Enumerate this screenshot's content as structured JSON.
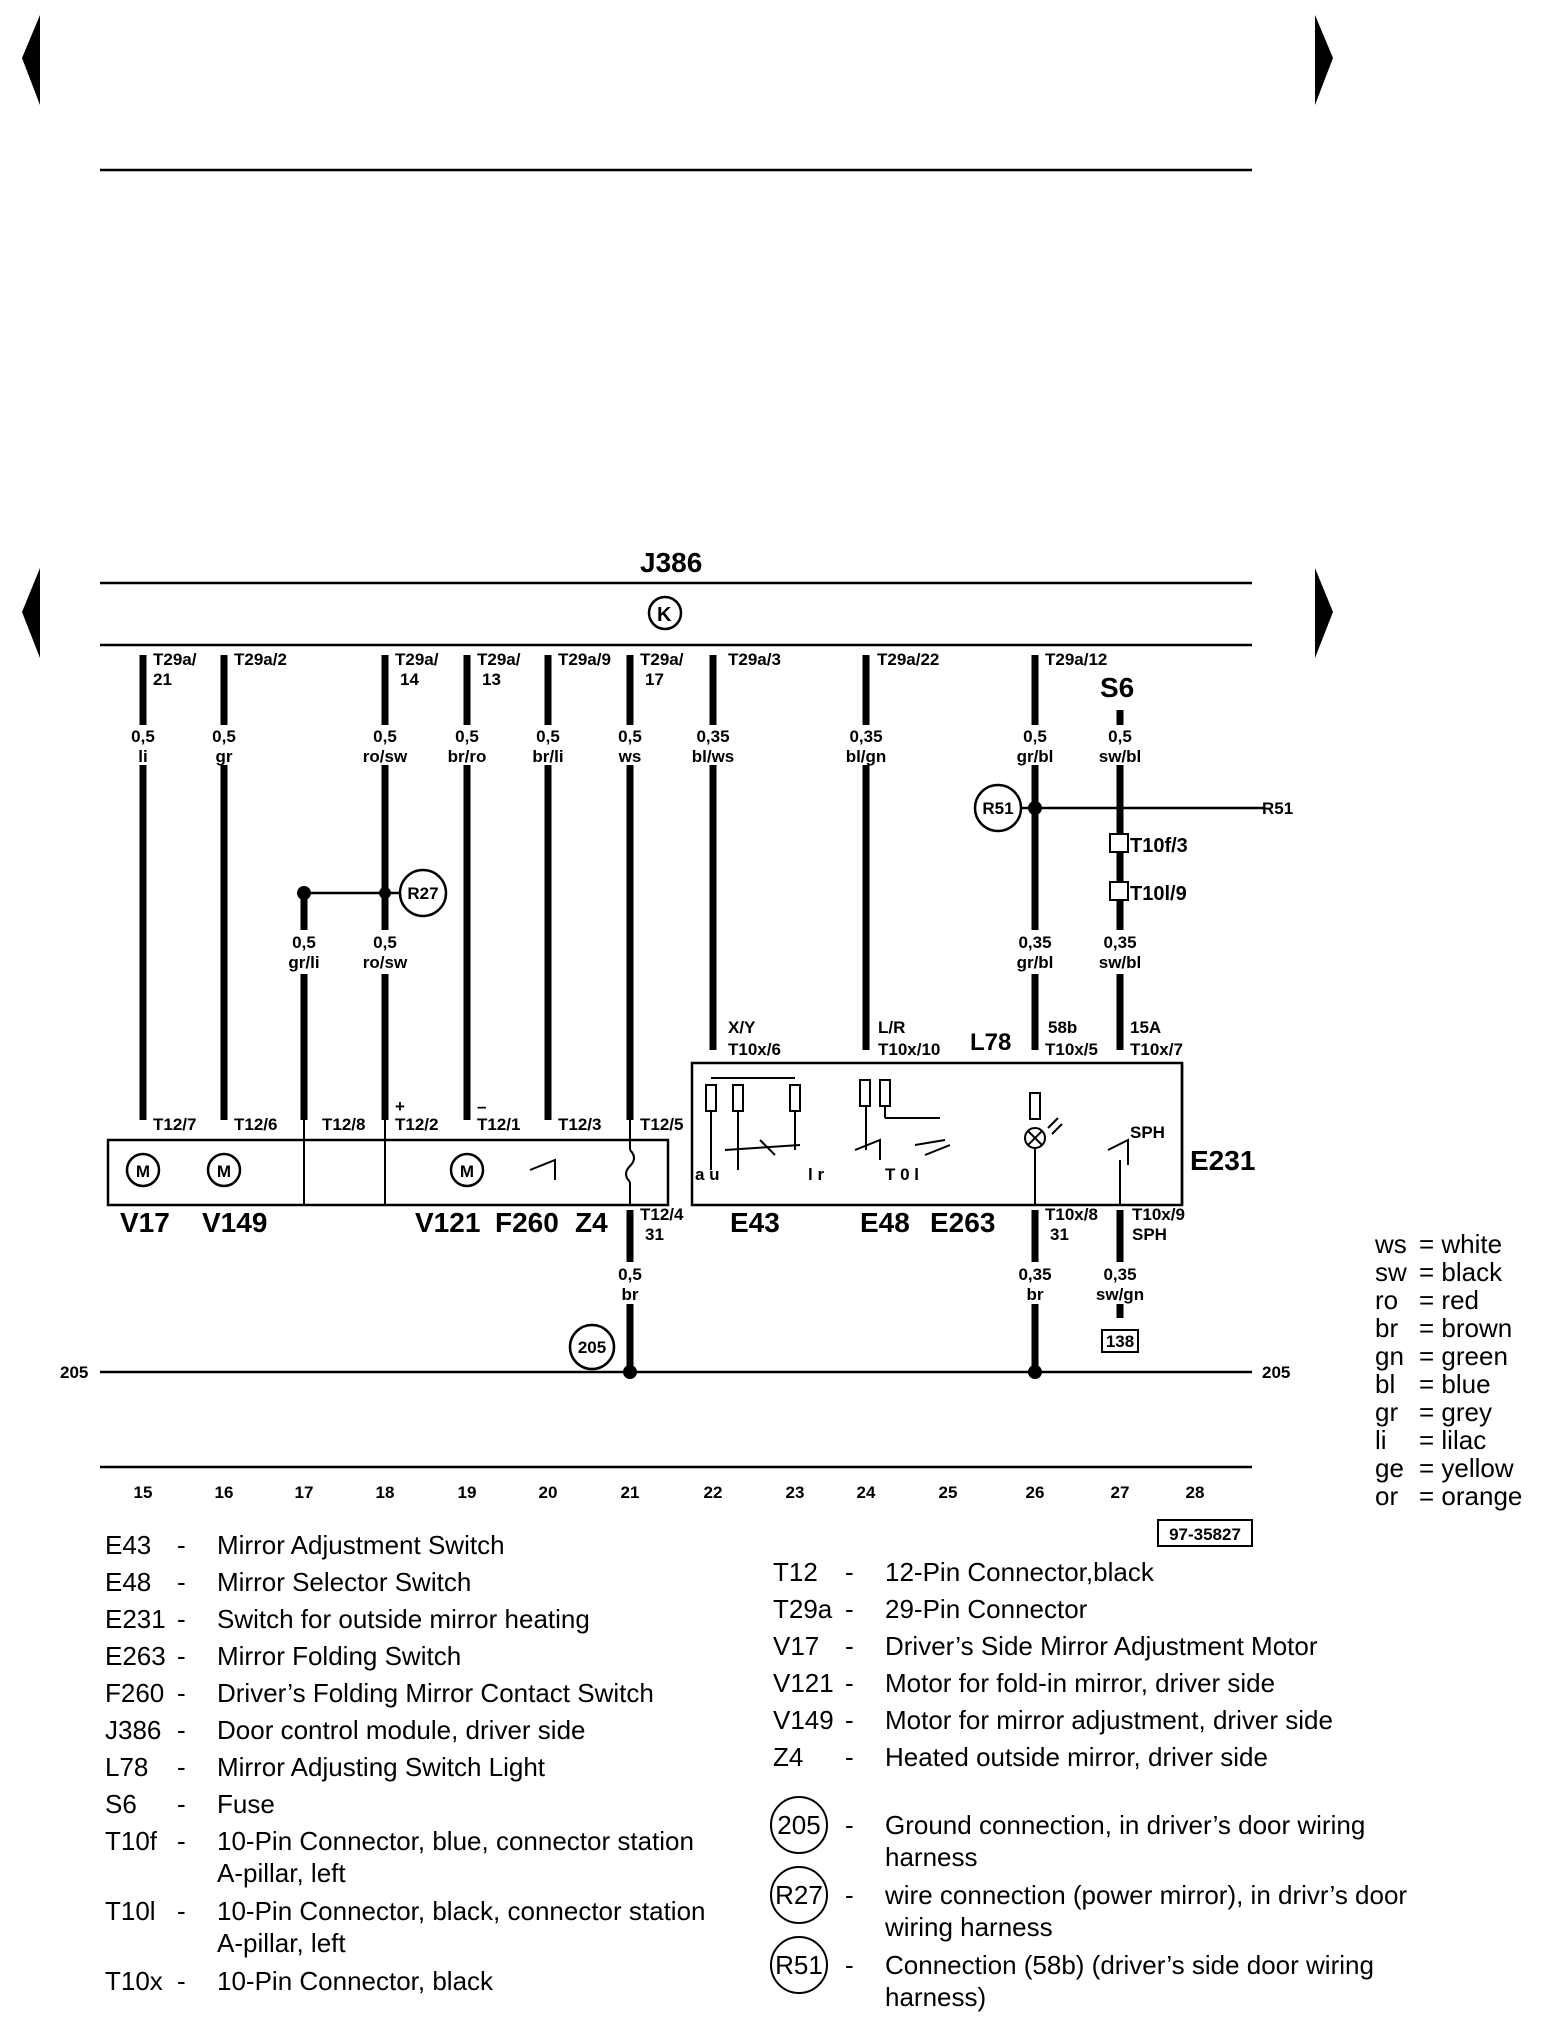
{
  "nav": {
    "prev_icon": "arrow-left-icon",
    "next_icon": "arrow-right-icon"
  },
  "header": {
    "module": "J386",
    "bus_symbol": "K"
  },
  "pins": [
    {
      "pin": "T29a/",
      "pin2": "21",
      "size": "0,5",
      "color": "li"
    },
    {
      "pin": "T29a/2",
      "pin2": "",
      "size": "0,5",
      "color": "gr"
    },
    {
      "pin": "T29a/",
      "pin2": "14",
      "size": "0,5",
      "color": "ro/sw"
    },
    {
      "pin": "T29a/",
      "pin2": "13",
      "size": "0,5",
      "color": "br/ro"
    },
    {
      "pin": "T29a/9",
      "pin2": "",
      "size": "0,5",
      "color": "br/li"
    },
    {
      "pin": "T29a/",
      "pin2": "17",
      "size": "0,5",
      "color": "ws"
    },
    {
      "pin": "T29a/3",
      "pin2": "",
      "size": "0,35",
      "color": "bl/ws"
    },
    {
      "pin": "T29a/22",
      "pin2": "",
      "size": "0,35",
      "color": "bl/gn"
    },
    {
      "pin": "T29a/12",
      "pin2": "",
      "size": "0,5",
      "color": "gr/bl"
    }
  ],
  "s6": {
    "label": "S6",
    "size": "0,5",
    "color": "sw/bl"
  },
  "r51_right": "R51",
  "t10f": "T10f/3",
  "t10l": "T10l/9",
  "lower_wires": [
    {
      "size": "0,5",
      "color": "gr/li"
    },
    {
      "size": "0,5",
      "color": "ro/sw"
    },
    {
      "size": "0,35",
      "color": "gr/bl"
    },
    {
      "size": "0,35",
      "color": "sw/bl"
    }
  ],
  "connectors": {
    "t12_7": "T12/7",
    "t12_6": "T12/6",
    "t12_8": "T12/8",
    "t12_2": "T12/2",
    "t12_1": "T12/1",
    "t12_3": "T12/3",
    "t12_5": "T12/5",
    "t12_4": "T12/4",
    "t12_4_b": "31",
    "xy": "X/Y",
    "t10x6": "T10x/6",
    "lr": "L/R",
    "t10x10": "T10x/10",
    "l78": "L78",
    "b58": "58b",
    "t10x5": "T10x/5",
    "a15": "15A",
    "t10x7": "T10x/7",
    "t10x8": "T10x/8",
    "t10x8_b": "31",
    "t10x9": "T10x/9",
    "t10x9_b": "SPH",
    "sph": "SPH",
    "plus": "+",
    "minus": "–",
    "e231": "E231",
    "au": "a u",
    "lr_small": "l r",
    "t0l": "T 0 l"
  },
  "components": [
    "V17",
    "V149",
    "V121",
    "F260",
    "Z4",
    "E43",
    "E48",
    "E263"
  ],
  "ground_wires": [
    {
      "size": "0,5",
      "color": "br"
    },
    {
      "size": "0,35",
      "color": "br"
    },
    {
      "size": "0,35",
      "color": "sw/gn"
    }
  ],
  "grounds": {
    "g205": "205",
    "r27": "R27",
    "r51": "R51",
    "ref138": "138",
    "bus_left": "205",
    "bus_right": "205"
  },
  "columns": [
    "15",
    "16",
    "17",
    "18",
    "19",
    "20",
    "21",
    "22",
    "23",
    "24",
    "25",
    "26",
    "27",
    "28"
  ],
  "figure_id": "97-35827",
  "legend_left": [
    {
      "code": "E43",
      "desc": "Mirror Adjustment Switch",
      "desc2": ""
    },
    {
      "code": "E48",
      "desc": "Mirror Selector Switch",
      "desc2": ""
    },
    {
      "code": "E231",
      "desc": "Switch for outside mirror heating",
      "desc2": ""
    },
    {
      "code": "E263",
      "desc": "Mirror Folding  Switch",
      "desc2": ""
    },
    {
      "code": "F260",
      "desc": "Driver’s Folding Mirror Contact Switch",
      "desc2": ""
    },
    {
      "code": "J386",
      "desc": "Door control module, driver side",
      "desc2": ""
    },
    {
      "code": "L78",
      "desc": "Mirror Adjusting Switch Light",
      "desc2": ""
    },
    {
      "code": "S6",
      "desc": "Fuse",
      "desc2": ""
    },
    {
      "code": "T10f",
      "desc": "10-Pin Connector, blue, connector station",
      "desc2": "A-pillar, left"
    },
    {
      "code": "T10l",
      "desc": "10-Pin Connector, black, connector station",
      "desc2": "A-pillar, left"
    },
    {
      "code": "T10x",
      "desc": "10-Pin Connector, black",
      "desc2": ""
    }
  ],
  "legend_right": [
    {
      "code": "T12",
      "desc": "12-Pin Connector,black"
    },
    {
      "code": "T29a",
      "desc": "29-Pin Connector"
    },
    {
      "code": "V17",
      "desc": "Driver’s Side Mirror Adjustment Motor"
    },
    {
      "code": "V121",
      "desc": "Motor for fold-in mirror, driver side"
    },
    {
      "code": "V149",
      "desc": "Motor for mirror adjustment, driver side"
    },
    {
      "code": "Z4",
      "desc": "Heated outside mirror, driver side"
    }
  ],
  "legend_symbols": [
    {
      "code": "205",
      "desc": "Ground connection, in driver’s door wiring",
      "desc2": "harness"
    },
    {
      "code": "R27",
      "desc": "wire connection (power mirror), in drivr’s door",
      "desc2": "wiring harness"
    },
    {
      "code": "R51",
      "desc": "Connection (58b) (driver’s side door wiring",
      "desc2": "harness)"
    }
  ],
  "color_codes": [
    {
      "abbr": "ws",
      "name": "= white"
    },
    {
      "abbr": "sw",
      "name": "= black"
    },
    {
      "abbr": "ro",
      "name": "= red"
    },
    {
      "abbr": "br",
      "name": "= brown"
    },
    {
      "abbr": "gn",
      "name": "= green"
    },
    {
      "abbr": "bl",
      "name": "= blue"
    },
    {
      "abbr": "gr",
      "name": "= grey"
    },
    {
      "abbr": "li",
      "name": "= lilac"
    },
    {
      "abbr": "ge",
      "name": "= yellow"
    },
    {
      "abbr": "or",
      "name": "= orange"
    }
  ]
}
